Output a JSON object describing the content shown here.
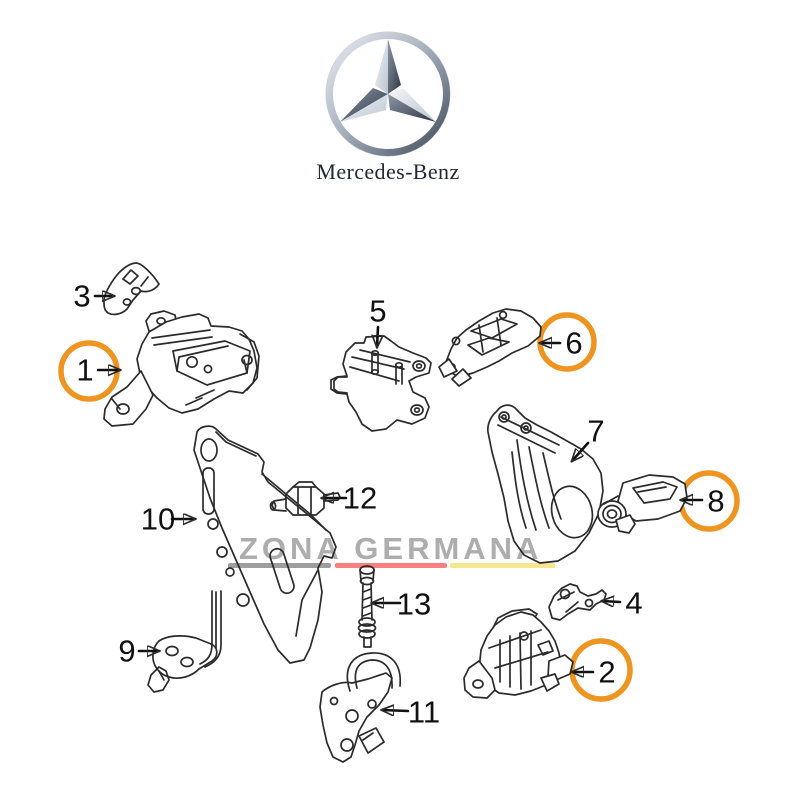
{
  "brand": {
    "name": "Mercedes-Benz"
  },
  "watermark": {
    "text": "ZONA GERMANA"
  },
  "icons": {
    "logo": "mercedes-three-pointed-star"
  },
  "colors": {
    "highlight": "#EE9421",
    "line": "#2B2B2B",
    "label": "#111111",
    "brand-text": "#242936",
    "wm-text": "#ADADAD",
    "wm-bar-gray": "#9E9E9E",
    "wm-bar-red": "#F98080",
    "wm-bar-yellow": "#F6E68D"
  },
  "parts": [
    {
      "num": "1",
      "highlighted": true
    },
    {
      "num": "2",
      "highlighted": true
    },
    {
      "num": "3",
      "highlighted": false
    },
    {
      "num": "4",
      "highlighted": false
    },
    {
      "num": "5",
      "highlighted": false
    },
    {
      "num": "6",
      "highlighted": true
    },
    {
      "num": "7",
      "highlighted": false
    },
    {
      "num": "8",
      "highlighted": true
    },
    {
      "num": "9",
      "highlighted": false
    },
    {
      "num": "10",
      "highlighted": false
    },
    {
      "num": "11",
      "highlighted": false
    },
    {
      "num": "12",
      "highlighted": false
    },
    {
      "num": "13",
      "highlighted": false
    }
  ]
}
